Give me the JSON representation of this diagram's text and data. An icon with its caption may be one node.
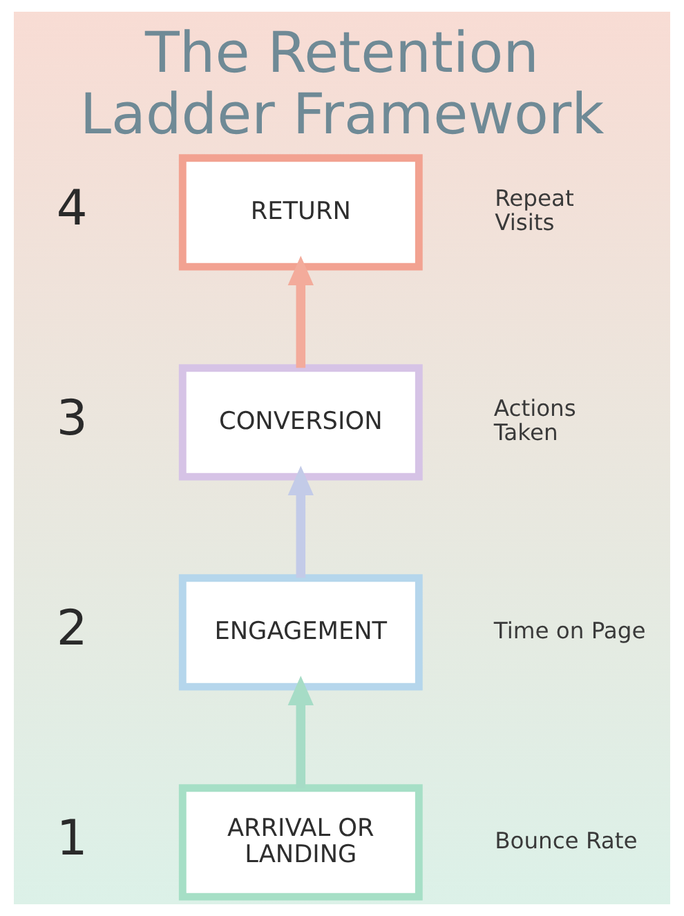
{
  "diagram": {
    "title": "The Retention Ladder Framework",
    "nodes": [
      {
        "text": [
          "RETURN"
        ],
        "beside": [
          "4",
          "Repeat Visits"
        ]
      },
      {
        "text": [
          "CONVERSION"
        ],
        "beside": [
          "3",
          "Actions Taken"
        ]
      },
      {
        "text": [
          "ENGAGEMENT"
        ],
        "beside": [
          "2",
          "Time on Page"
        ]
      },
      {
        "text": [
          "ARRIVAL OR LANDING"
        ],
        "beside": [
          "1",
          "Bounce Rate"
        ]
      }
    ],
    "edges": [
      {
        "from": 3,
        "to": 2,
        "arrow": "to",
        "color": "#a6dcc6"
      },
      {
        "from": 2,
        "to": 1,
        "arrow": "to",
        "color": "#c3cbe8"
      },
      {
        "from": 1,
        "to": 0,
        "arrow": "to",
        "color": "#f3ab9b"
      }
    ]
  }
}
